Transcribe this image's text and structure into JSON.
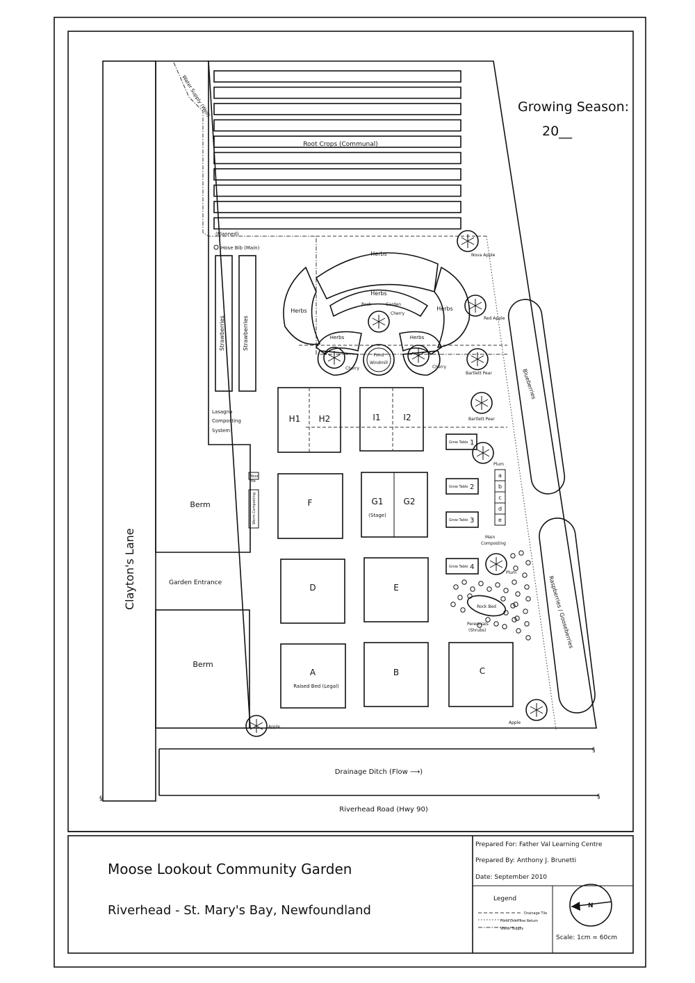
{
  "header": {
    "season_label": "Growing Season:",
    "season_year": "20__"
  },
  "plan": {
    "root_crops": "Root Crops (Communal)",
    "water_supply": "Water Supply (Well)",
    "planned": "(Planned)",
    "hose_bib": "Hose Bib (Main)",
    "strawberries_1": "Strawberries",
    "strawberries_2": "Strawberries",
    "herbs": [
      "Herbs",
      "Herbs",
      "Herbs",
      "Herbs",
      "Herbs",
      "Herbs"
    ],
    "rock_garden": [
      "Rock",
      "Garden",
      "Cherry"
    ],
    "pond": [
      "Pond",
      "Windmill"
    ],
    "cherry_1": "Cherry",
    "cherry_2": "Cherry",
    "trees": {
      "nova_apple": "Nova Apple",
      "red_apple": "Red Apple",
      "bartlett_pear_1": "Bartlett Pear",
      "bartlett_pear_2": "Bartlett Pear",
      "plum_1": "Plum",
      "plum_2": "Plum",
      "apple_1": "Apple",
      "apple_2": "Apple"
    },
    "blueberries": "Blueberries",
    "raspberries": "Raspberries / Gooseberries",
    "lasagna": [
      "Lasagna",
      "Composting",
      "System"
    ],
    "berm_upper": "Berm",
    "berm_lower": "Berm",
    "wood_pile": [
      "Wood",
      "Pile"
    ],
    "worm_composting": "Worm Composting",
    "garden_entrance": "Garden Entrance",
    "clayton_lane": "Clayton's Lane",
    "beds": {
      "h1": "H1",
      "h2": "H2",
      "i1": "I1",
      "i2": "I2",
      "f": "F",
      "g1": "G1",
      "g2": "G2",
      "g_note": "(Stage)",
      "d": "D",
      "e": "E",
      "a": "A",
      "a_note": "Raised Bed (Legal)",
      "b": "B",
      "c": "C"
    },
    "grow_tables": [
      {
        "label": "Grow Table",
        "num": "1"
      },
      {
        "label": "Grow Table",
        "num": "2"
      },
      {
        "label": "Grow Table",
        "num": "3"
      },
      {
        "label": "Grow Table",
        "num": "4"
      }
    ],
    "bins": [
      "a",
      "b",
      "c",
      "d",
      "e"
    ],
    "main_composting": [
      "Main",
      "Composting"
    ],
    "rock_bed": "Rock Bed",
    "perennials": [
      "Perennials",
      "(Shrubs)"
    ],
    "drainage_ditch": "Drainage Ditch (Flow ⟶)",
    "riverhead_road": "Riverhead Road (Hwy 90)",
    "road_symbol": "§"
  },
  "title_block": {
    "garden_name": "Moose Lookout Community Garden",
    "location": "Riverhead - St. Mary's Bay, Newfoundland",
    "prepared_for": "Prepared For: Father Val Learning Centre",
    "prepared_by": "Prepared By: Anthony J. Brunetti",
    "date": "Date: September 2010",
    "legend_title": "Legend",
    "legend_items": [
      "Drainage Tile",
      "Pond Overflow Return",
      "Water Supply"
    ],
    "north_label": "N",
    "scale": "Scale: 1cm = 60cm"
  }
}
